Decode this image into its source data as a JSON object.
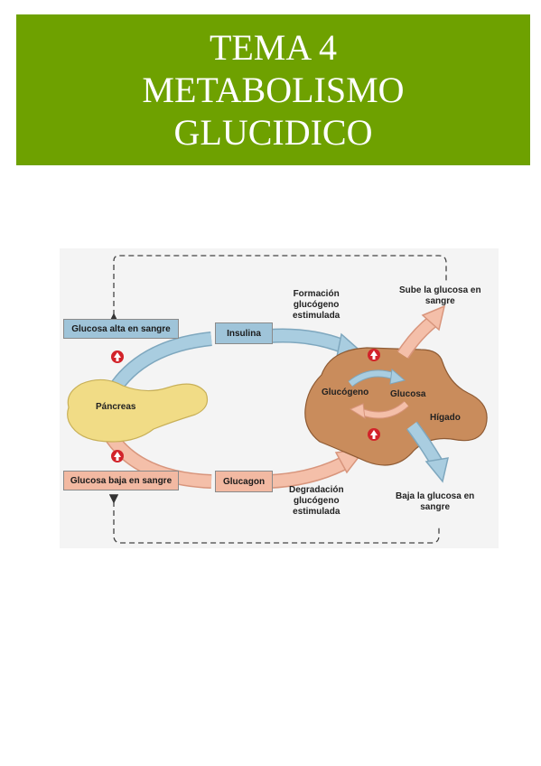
{
  "title": {
    "line1": "TEMA 4",
    "line2": "METABOLISMO",
    "line3": "GLUCIDICO"
  },
  "diagram": {
    "high_glucose": "Glucosa alta en sangre",
    "low_glucose": "Glucosa baja en sangre",
    "insulin": "Insulina",
    "glucagon": "Glucagon",
    "pancreas": "Páncreas",
    "glycogen": "Glucógeno",
    "glucose": "Glucosa",
    "liver": "Hígado",
    "glycogen_formation": [
      "Formación",
      "glucógeno",
      "estimulada"
    ],
    "glycogen_breakdown": [
      "Degradación",
      "glucógeno",
      "estimulada"
    ],
    "glucose_rises": [
      "Sube la glucosa en",
      "sangre"
    ],
    "glucose_falls": [
      "Baja la glucosa en",
      "sangre"
    ],
    "colors": {
      "banner": "#6ea100",
      "blue_arrow": "#9fc4d9",
      "pink_arrow": "#f2b9a2",
      "liver": "#c98c5c",
      "pancreas": "#f1dc86",
      "stimulus_marker": "#d2232a"
    }
  }
}
